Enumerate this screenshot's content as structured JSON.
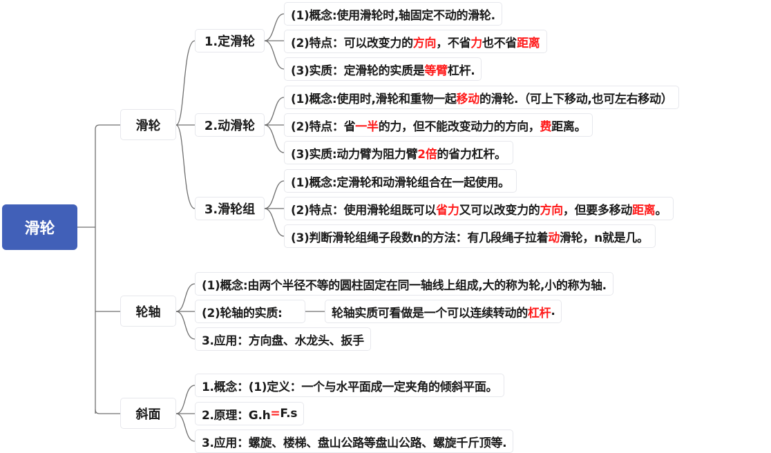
{
  "root": {
    "label": "滑轮",
    "color": "#4160b8"
  },
  "branches": [
    {
      "label": "滑轮",
      "children": [
        {
          "label": "1.定滑轮",
          "leaves": [
            {
              "segments": [
                {
                  "t": "(1)概念:使用滑轮时,轴固定不动的滑轮."
                }
              ]
            },
            {
              "segments": [
                {
                  "t": "(2)特点：可以改变力的"
                },
                {
                  "t": "方向",
                  "hl": true
                },
                {
                  "t": "，不省"
                },
                {
                  "t": "力",
                  "hl": true
                },
                {
                  "t": "也不省"
                },
                {
                  "t": "距离",
                  "hl": true
                }
              ]
            },
            {
              "segments": [
                {
                  "t": "(3)实质：定滑轮的实质是"
                },
                {
                  "t": "等臂",
                  "hl": true
                },
                {
                  "t": "杠杆."
                }
              ]
            }
          ]
        },
        {
          "label": "2.动滑轮",
          "leaves": [
            {
              "segments": [
                {
                  "t": "(1)概念:使用时,滑轮和重物一起"
                },
                {
                  "t": "移动",
                  "hl": true
                },
                {
                  "t": "的滑轮.（可上下移动,也可左右移动）"
                }
              ]
            },
            {
              "segments": [
                {
                  "t": "(2)特点：省"
                },
                {
                  "t": "一半",
                  "hl": true
                },
                {
                  "t": "的力，但不能改变动力的方向，"
                },
                {
                  "t": "费",
                  "hl": true
                },
                {
                  "t": "距离。"
                }
              ]
            },
            {
              "segments": [
                {
                  "t": "(3)实质:动力臂为阻力臂"
                },
                {
                  "t": "2倍",
                  "hl": true
                },
                {
                  "t": "的省力杠杆。"
                }
              ]
            }
          ]
        },
        {
          "label": "3.滑轮组",
          "leaves": [
            {
              "segments": [
                {
                  "t": "(1)概念:定滑轮和动滑轮组合在一起使用。"
                }
              ]
            },
            {
              "segments": [
                {
                  "t": "(2)特点：使用滑轮组既可以"
                },
                {
                  "t": "省力",
                  "hl": true
                },
                {
                  "t": "又可以改变力的"
                },
                {
                  "t": "方向",
                  "hl": true
                },
                {
                  "t": "，但要多移动"
                },
                {
                  "t": "距离",
                  "hl": true
                },
                {
                  "t": "。"
                }
              ]
            },
            {
              "segments": [
                {
                  "t": "(3)判断滑轮组绳子段数n的方法：有几段绳子拉着"
                },
                {
                  "t": "动",
                  "hl": true
                },
                {
                  "t": "滑轮，n就是几。"
                }
              ]
            }
          ]
        }
      ]
    },
    {
      "label": "轮轴",
      "leaves": [
        {
          "segments": [
            {
              "t": "(1)概念:由两个半径不等的圆柱固定在同一轴线上组成,大的称为轮,小的称为轴."
            }
          ]
        },
        {
          "segments": [
            {
              "t": "(2)轮轴的实质:"
            }
          ],
          "child": {
            "segments": [
              {
                "t": "轮轴实质可看做是一个可以连续转动的"
              },
              {
                "t": "杠杆",
                "hl": true
              },
              {
                "t": "."
              }
            ]
          }
        },
        {
          "segments": [
            {
              "t": "3.应用：方向盘、水龙头、扳手"
            }
          ]
        }
      ]
    },
    {
      "label": "斜面",
      "leaves": [
        {
          "segments": [
            {
              "t": "1.概念：(1)定义：一个与水平面成一定夹角的倾斜平面。"
            }
          ]
        },
        {
          "segments": [
            {
              "t": "2.原理：G.h"
            },
            {
              "t": "=",
              "hl": true
            },
            {
              "t": "F.s"
            }
          ]
        },
        {
          "segments": [
            {
              "t": "3.应用：螺旋、楼梯、盘山公路等盘山公路、螺旋千斤顶等."
            }
          ]
        }
      ]
    }
  ],
  "colors": {
    "highlight": "#ff1a1a",
    "line": "#6e6e6e",
    "node_border": "#e6e7ec"
  }
}
